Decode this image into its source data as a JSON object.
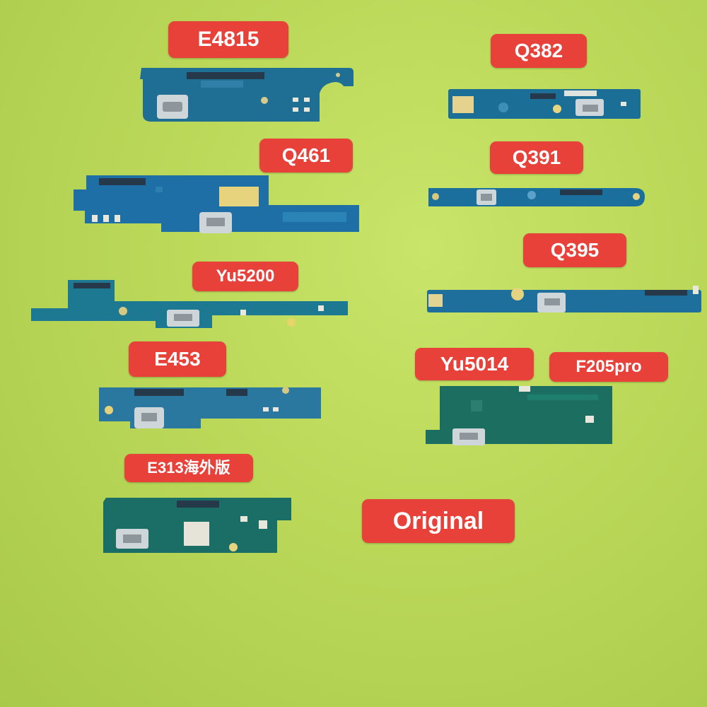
{
  "labels": {
    "e4815": "E4815",
    "q382": "Q382",
    "q461": "Q461",
    "q391": "Q391",
    "yu5200": "Yu5200",
    "q395": "Q395",
    "e453": "E453",
    "yu5014": "Yu5014",
    "f205pro": "F205pro",
    "e313": "E313海外版",
    "original": "Original"
  },
  "colors": {
    "background": "#bcd95a",
    "label_bg": "#e8413a",
    "label_text": "#ffffff",
    "pcb_blue": "#1f6fa0",
    "pcb_teal": "#1d7f86",
    "pcb_green": "#1a6e62"
  }
}
